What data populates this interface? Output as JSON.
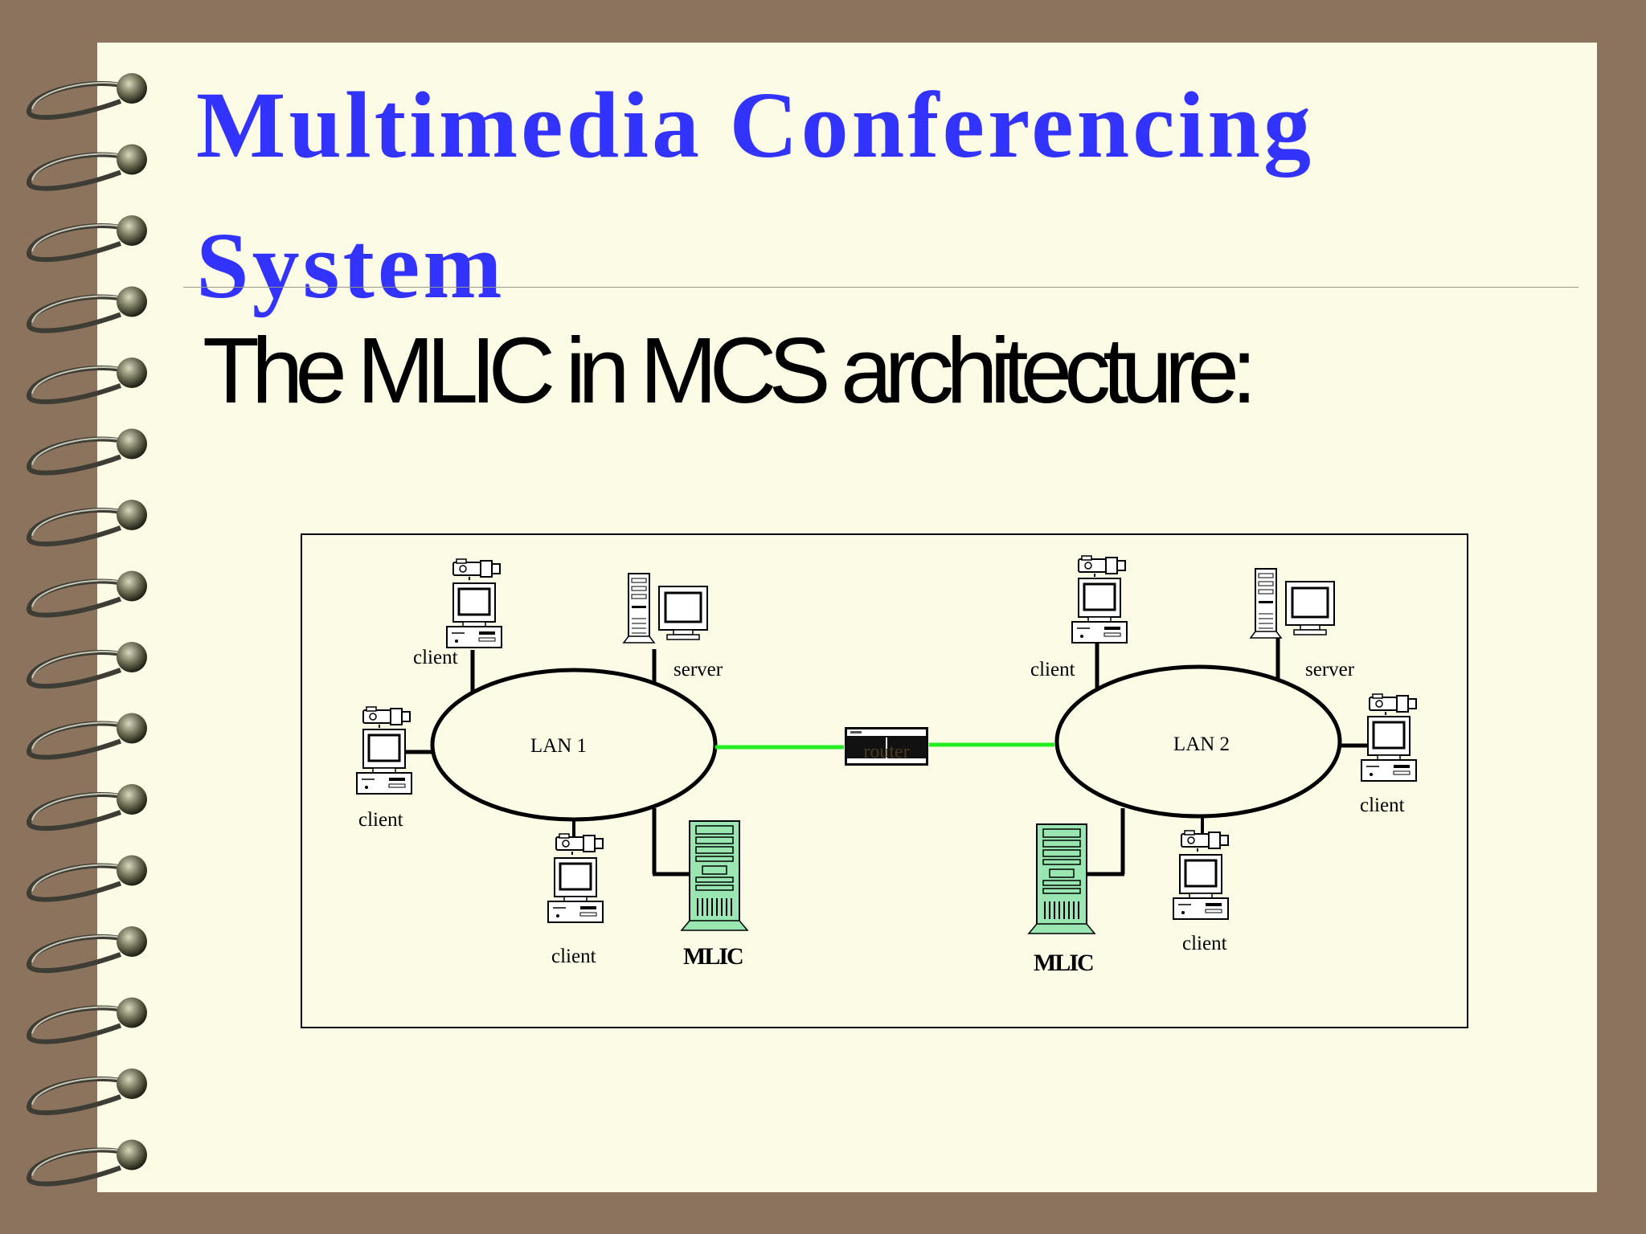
{
  "title": {
    "line1": "Multimedia  Conferencing",
    "line2": "System"
  },
  "subtitle": "The MLIC in MCS architecture:",
  "diagram": {
    "lan1": {
      "label": "LAN 1",
      "nodes": [
        "client",
        "server",
        "client",
        "client",
        "MLIC"
      ]
    },
    "lan2": {
      "label": "LAN 2",
      "nodes": [
        "client",
        "server",
        "client",
        "client",
        "MLIC"
      ]
    },
    "router": {
      "label": "router"
    },
    "link_color": "#22ee22",
    "server_color": "#99e6b3"
  },
  "colors": {
    "title": "#3333ff",
    "paper": "#fbfbe6",
    "background": "#8b735d"
  }
}
